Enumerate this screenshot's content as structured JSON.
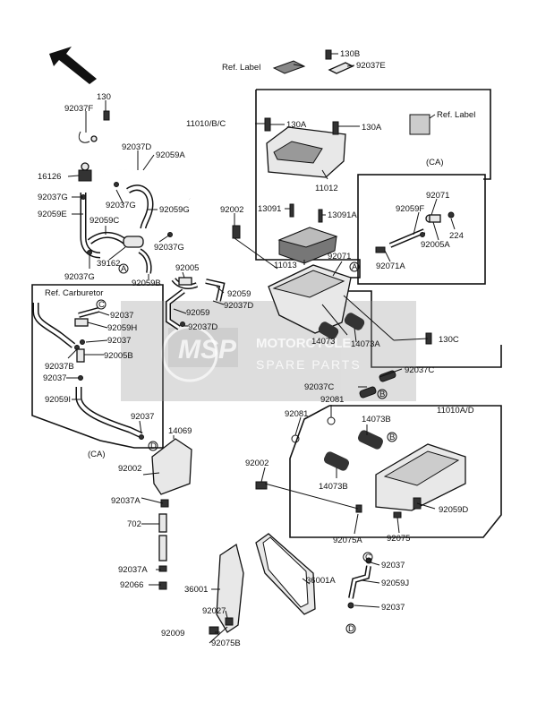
{
  "labels": {
    "p130": "130",
    "p92037F": "92037F",
    "p92037D_top": "92037D",
    "p92059A": "92059A",
    "p16126": "16126",
    "p92037G_a": "92037G",
    "p92037G_b": "92037G",
    "p92059G": "92059G",
    "p92059E": "92059E",
    "p92059C": "92059C",
    "p92037G_c": "92037G",
    "p39162": "39162",
    "p92037G_d": "92037G",
    "p92059B": "92059B",
    "p92002_a": "92002",
    "p92005": "92005",
    "p92059_a": "92059",
    "p92037D_b": "92037D",
    "p92059_b": "92059",
    "p92037D_c": "92037D",
    "ref_carb": "Ref. Carburetor",
    "p92037_a": "92037",
    "p92059H": "92059H",
    "p92037_b": "92037",
    "p92005B": "92005B",
    "p92037B": "92037B",
    "p92037_c": "92037",
    "p92059I": "92059I",
    "p92037_d": "92037",
    "ca_left": "(CA)",
    "p130B": "130B",
    "ref_label_a": "Ref. Label",
    "p92037E": "92037E",
    "p11010BC": "11010/B/C",
    "p130A_a": "130A",
    "p130A_b": "130A",
    "ref_label_b": "Ref. Label",
    "p11012": "11012",
    "ca_right": "(CA)",
    "p13091": "13091",
    "p13091A": "13091A",
    "p92071_a": "92071",
    "p92059F": "92059F",
    "p224": "224",
    "p92005A": "92005A",
    "p92071A": "92071A",
    "p11013": "11013",
    "p92071_b": "92071",
    "p14073": "14073",
    "p14073A": "14073A",
    "p130C": "130C",
    "p92037C_a": "92037C",
    "p92037C_b": "92037C",
    "p92081_a": "92081",
    "p92081_b": "92081",
    "p11010AD": "11010A/D",
    "p14073B_a": "14073B",
    "p14073B_b": "14073B",
    "p14069": "14069",
    "p92002_b": "92002",
    "p92037A_a": "92037A",
    "p92002_c": "92002",
    "p702": "702",
    "p92059D": "92059D",
    "p92075A": "92075A",
    "p92075": "92075",
    "p92037A_b": "92037A",
    "p92066": "92066",
    "p36001": "36001",
    "p36001A": "36001A",
    "p92037_e": "92037",
    "p92059J": "92059J",
    "p92037_f": "92037",
    "p92027": "92027",
    "p92009": "92009",
    "p92075B": "92075B"
  },
  "callouts": {
    "A1": "A",
    "A2": "A",
    "B1": "B",
    "B2": "B",
    "C1": "C",
    "C2": "C",
    "D1": "D",
    "D2": "D"
  },
  "watermark": {
    "brand": "MSP",
    "line1": "MOTORCYCLE",
    "line2": "SPARE PARTS"
  }
}
